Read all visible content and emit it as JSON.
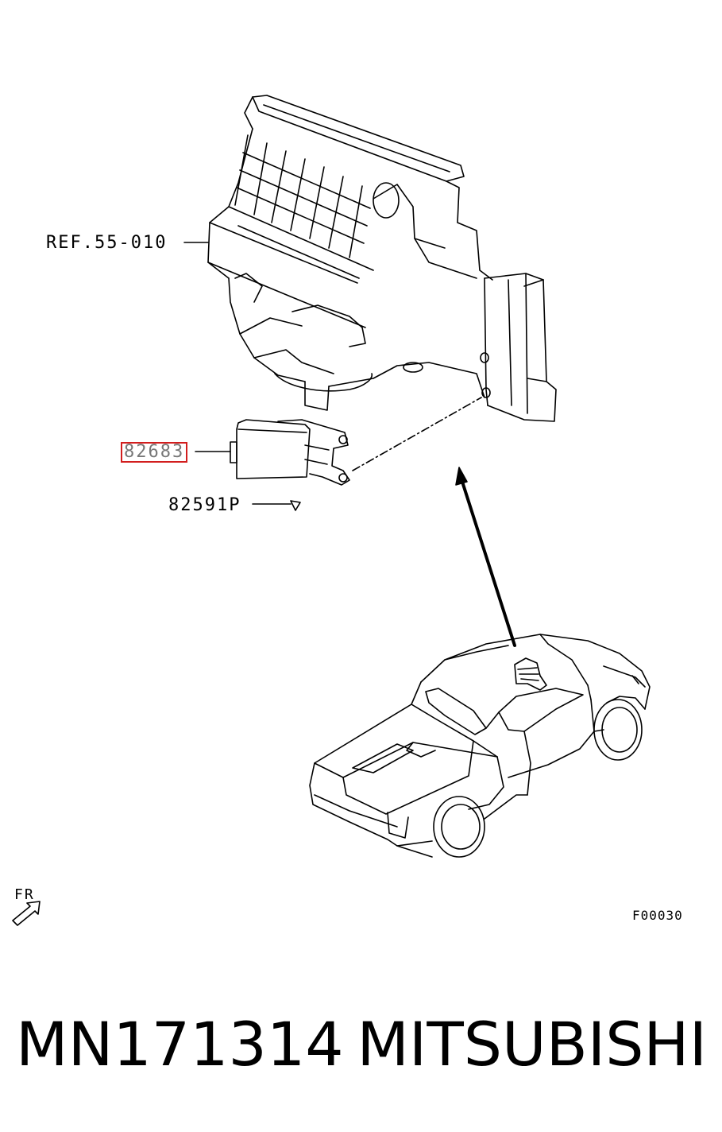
{
  "callouts": {
    "reference": "REF.55-010",
    "part": "82683",
    "bolt": "82591P"
  },
  "orientation": {
    "label": "FR"
  },
  "figure_code": "F00030",
  "footer": {
    "part_number": "MN171314",
    "brand": "MITSUBISHI"
  },
  "colors": {
    "line": "#000000",
    "highlight": "#d21e1e",
    "background": "#ffffff"
  }
}
